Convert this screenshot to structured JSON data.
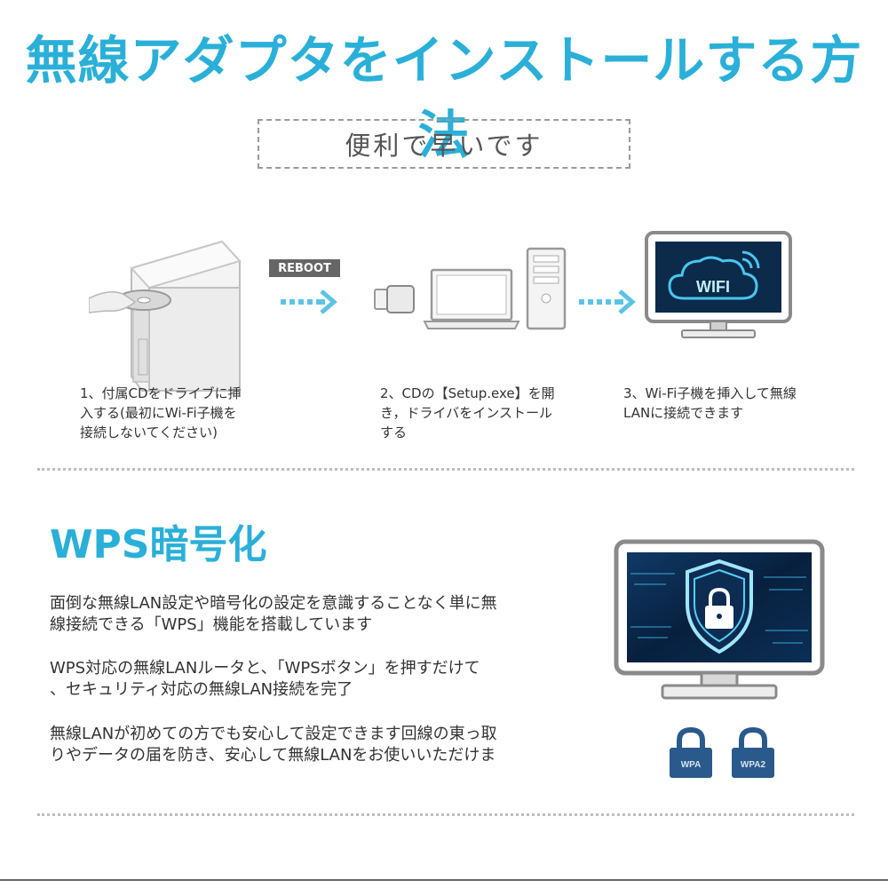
{
  "header": {
    "title": "無線アダプタをインストールする方法",
    "subtitle": "便利で早いです"
  },
  "steps": {
    "reboot_label": "REBOOT",
    "wifi_label": "WIFI",
    "items": [
      {
        "text": "1、付属CDをドライブに挿\n入する(最初にWi-Fi子機を\n接続しないてください)"
      },
      {
        "text": "2、CDの【Setup.exe】を開\nき，ドライバをインストール\nする"
      },
      {
        "text": "3、Wi-Fi子機を挿入して無線\nLANに接続できます"
      }
    ]
  },
  "wps": {
    "title": "WPS暗号化",
    "paragraphs": [
      "面倒な無線LAN設定や暗号化の設定を意識することなく単に無\n線接続できる「WPS」機能を搭載しています",
      "WPS対応の無線LANルータと、「WPSボタン」を押すだけて\n、セキュリティ対応の無線LAN接続を完了",
      "無線LANが初めての方でも安心して設定できます回線の東っ取\nりやデータの届を防き、安心して無線LANをお使いいただけま"
    ],
    "lock_labels": [
      "WPA",
      "WPA2"
    ]
  },
  "colors": {
    "accent": "#2ab0d8",
    "lock_blue": "#2a5a8c",
    "screen_dark": "#0a1e38"
  }
}
